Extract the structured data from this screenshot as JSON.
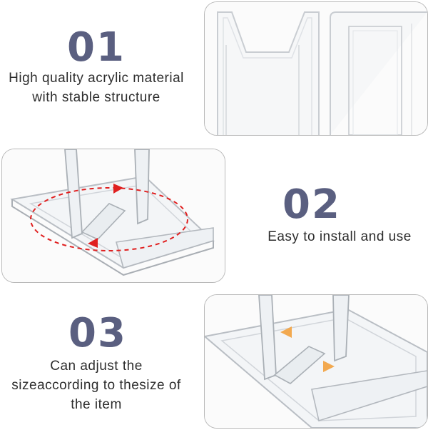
{
  "features": [
    {
      "number": "01",
      "caption_lines": [
        "High quality acrylic material",
        "with stable structure"
      ]
    },
    {
      "number": "02",
      "caption_lines": [
        "Easy to install and use"
      ]
    },
    {
      "number": "03",
      "caption_lines": [
        "Can adjust the",
        "sizeaccording to thesize of",
        "the item"
      ]
    }
  ],
  "colors": {
    "number_color": "#5a5f80",
    "caption_color": "#2d2d2d",
    "panel_border": "#b9b9b9",
    "rotation_arrow": "#e02020",
    "adjust_arrow": "#f2a950"
  }
}
